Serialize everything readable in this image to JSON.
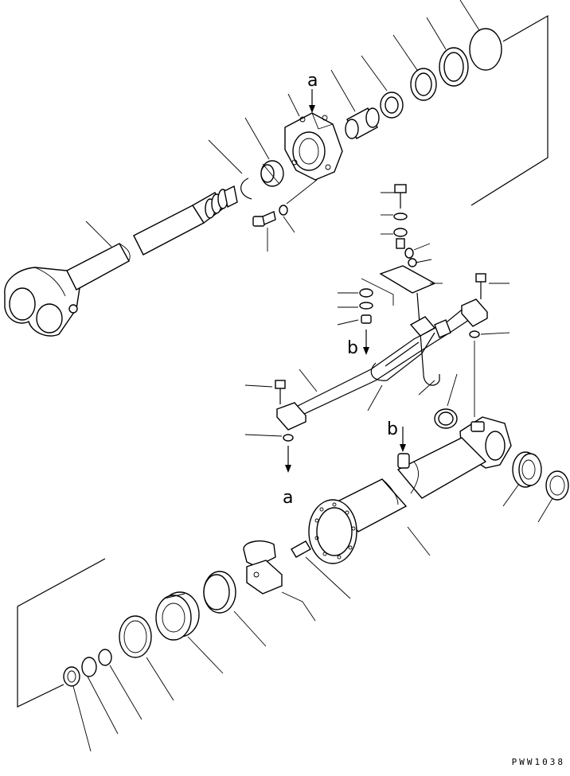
{
  "diagram": {
    "labels": {
      "a_top": "a",
      "a_mid": "a",
      "b_left": "b",
      "b_right": "b"
    },
    "drawing_code": "PWW1038"
  },
  "icons": {
    "arrow": "down-arrow-icon"
  }
}
